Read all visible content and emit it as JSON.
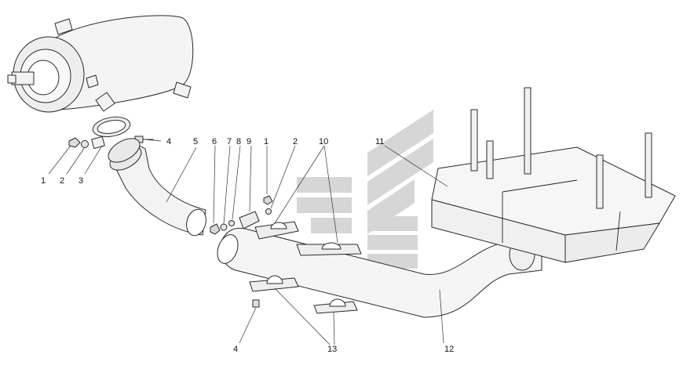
{
  "diagram": {
    "callouts": {
      "c1_left": "1",
      "c2_left": "2",
      "c3": "3",
      "c4_top": "4",
      "c5": "5",
      "c6": "6",
      "c7": "7",
      "c8": "8",
      "c9": "9",
      "c1_mid": "1",
      "c2_mid": "2",
      "c10": "10",
      "c11": "11",
      "c4_bottom": "4",
      "c12": "12",
      "c13": "13"
    },
    "colors": {
      "line": "#222222",
      "part_fill": "#f3f3f3",
      "watermark": "#c9c9c9",
      "background": "#ffffff"
    }
  }
}
